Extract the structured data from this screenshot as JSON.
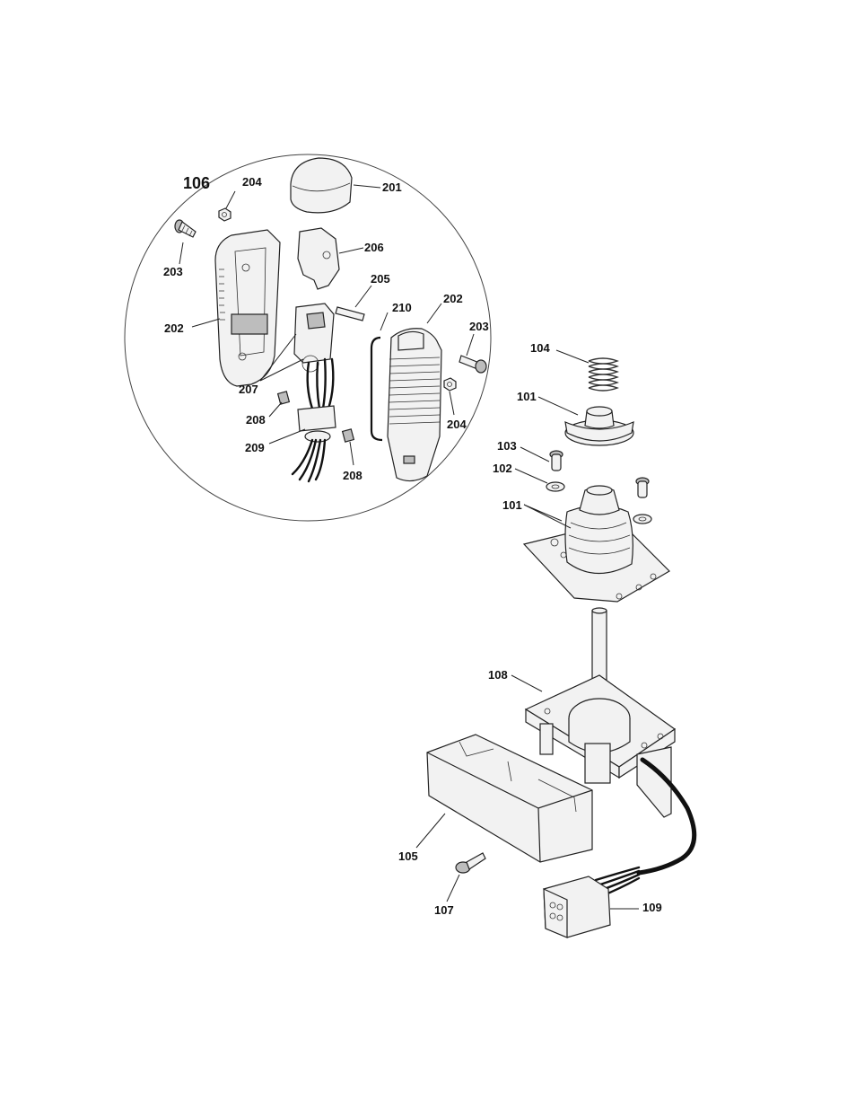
{
  "callouts": {
    "c106": "106",
    "c201": "201",
    "c202a": "202",
    "c202b": "202",
    "c203a": "203",
    "c203b": "203",
    "c204a": "204",
    "c204b": "204",
    "c205": "205",
    "c206": "206",
    "c207": "207",
    "c208a": "208",
    "c208b": "208",
    "c209": "209",
    "c210": "210",
    "c101a": "101",
    "c101b": "101",
    "c102": "102",
    "c103": "103",
    "c104": "104",
    "c105": "105",
    "c107": "107",
    "c108": "108",
    "c109": "109"
  }
}
